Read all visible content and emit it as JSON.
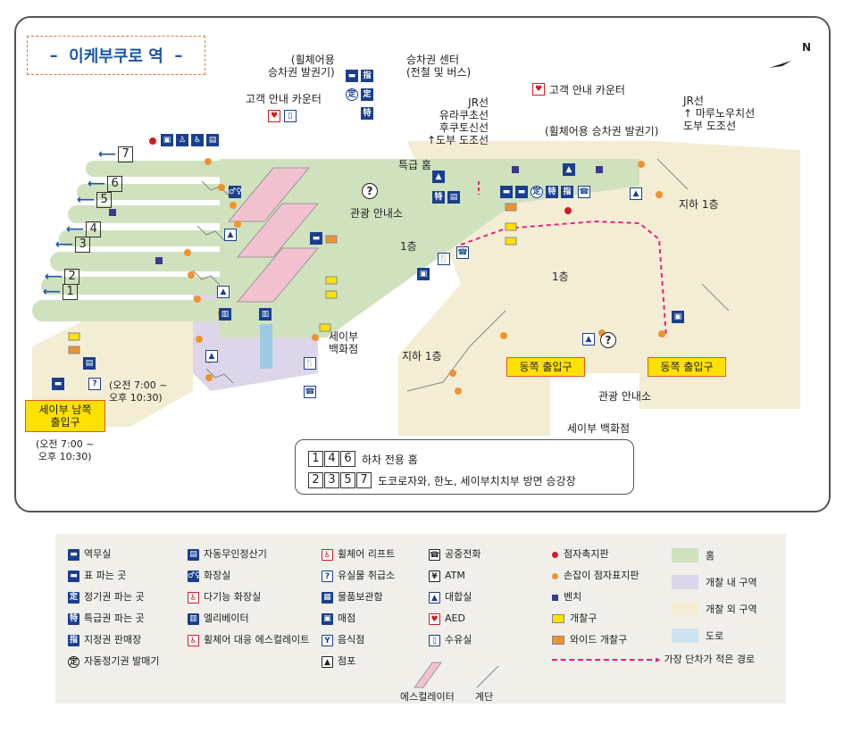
{
  "title": "이케부쿠로 역",
  "labels": {
    "ticket_disabled": "(휠체어용\n승차권 발권기)",
    "ticket_center": "승차권 센터\n(전철 및 버스)",
    "customer_counter_left": "고객 안내 카운터",
    "customer_counter_right": "고객 안내 카운터",
    "jr_lines_top": "JR선\n유라쿠초선\n후쿠토신선\n↑도부 도조선",
    "ticket_disabled_right": "(휠체어용 승차권 발권기)",
    "jr_lines_right": "JR선\n↑ 마루노우치선\n도부 도조선",
    "limited_express_platform": "특급 홈",
    "tourist_info_top": "관광 안내소",
    "floor_1_left": "1층",
    "floor_1_right": "1층",
    "basement_1_right": "지하 1층",
    "basement_1_center": "지하 1층",
    "seibu_dept_left": "세이부\n백화점",
    "seibu_dept_bottom": "세이부 백화점",
    "tourist_info_bottom": "관광 안내소",
    "east_exit_1": "동쪽 출입구",
    "east_exit_2": "동쪽 출입구",
    "seibu_south_exit": "세이부 남쪽\n출입구",
    "hours_1": "(오전 7:00 ~\n오후 10:30)",
    "hours_2": "(오전 7:00 ~\n오후 10:30)",
    "north": "N"
  },
  "platforms": [
    "7",
    "6",
    "5",
    "4",
    "3",
    "2",
    "1"
  ],
  "notes": [
    {
      "nums": [
        "1",
        "4",
        "6"
      ],
      "text": "하차 전용 홈"
    },
    {
      "nums": [
        "2",
        "3",
        "5",
        "7"
      ],
      "text": "도코로자와, 한노, 세이부치치부 방면 승강장"
    }
  ],
  "legend": {
    "col1": [
      {
        "icon": "station-office-icon",
        "glyph": "▬",
        "label": "역무실"
      },
      {
        "icon": "ticket-icon",
        "glyph": "▬",
        "label": "표 파는 곳"
      },
      {
        "icon": "commuter-pass-icon",
        "glyph": "定",
        "label": "정기권 파는 곳"
      },
      {
        "icon": "express-ticket-icon",
        "glyph": "特",
        "label": "특급권 파는 곳"
      },
      {
        "icon": "reserved-ticket-icon",
        "glyph": "指",
        "label": "지정권 판매장"
      },
      {
        "icon": "pass-machine-icon",
        "glyph": "定",
        "label": "자동정기권 발매기"
      }
    ],
    "col2": [
      {
        "icon": "fare-adjust-icon",
        "glyph": "▤",
        "label": "자동무인정산기"
      },
      {
        "icon": "toilet-icon",
        "glyph": "♂♀",
        "label": "화장실"
      },
      {
        "icon": "accessible-toilet-icon",
        "glyph": "♿",
        "label": "다기능 화장실"
      },
      {
        "icon": "elevator-icon",
        "glyph": "▥",
        "label": "엘리베이터"
      },
      {
        "icon": "wheelchair-escalator-icon",
        "glyph": "♿",
        "label": "휠체어 대응 에스컬레이트"
      }
    ],
    "col3": [
      {
        "icon": "wheelchair-lift-icon",
        "glyph": "♿",
        "label": "휠체어 리프트"
      },
      {
        "icon": "lost-found-icon",
        "glyph": "?",
        "label": "유실물 취급소"
      },
      {
        "icon": "locker-icon",
        "glyph": "▦",
        "label": "물품보관함"
      },
      {
        "icon": "kiosk-icon",
        "glyph": "▣",
        "label": "매점"
      },
      {
        "icon": "restaurant-icon",
        "glyph": "🍴",
        "label": "음식점"
      },
      {
        "icon": "shop-icon",
        "glyph": "▲",
        "label": "점포"
      }
    ],
    "col4": [
      {
        "icon": "phone-icon",
        "glyph": "☎",
        "label": "공중전화"
      },
      {
        "icon": "atm-icon",
        "glyph": "¥",
        "label": "ATM"
      },
      {
        "icon": "waiting-room-icon",
        "glyph": "▲",
        "label": "대합실"
      },
      {
        "icon": "aed-icon",
        "glyph": "♥",
        "label": "AED"
      },
      {
        "icon": "nursing-room-icon",
        "glyph": "▯",
        "label": "수유실"
      }
    ],
    "col5": [
      {
        "kind": "dot",
        "color": "#d01c25",
        "label": "점자촉지판"
      },
      {
        "kind": "dot",
        "color": "#f0922e",
        "label": "손잡이 점자표지판"
      },
      {
        "kind": "sq",
        "color": "#3a3a8f",
        "label": "벤치"
      },
      {
        "kind": "gate",
        "color": "#fde100",
        "label": "개찰구"
      },
      {
        "kind": "gate",
        "color": "#f0922e",
        "label": "와이드 개찰구"
      }
    ],
    "route": "가장 단차가 적은 경로",
    "areas": [
      {
        "color": "#cfe2bd",
        "label": "홈"
      },
      {
        "color": "#ddd6ea",
        "label": "개찰 내 구역"
      },
      {
        "color": "#f3edd4",
        "label": "개찰 외 구역"
      },
      {
        "color": "#cfe3ee",
        "label": "도로"
      }
    ],
    "escalator": "에스컬레이터",
    "stairs": "계단"
  }
}
